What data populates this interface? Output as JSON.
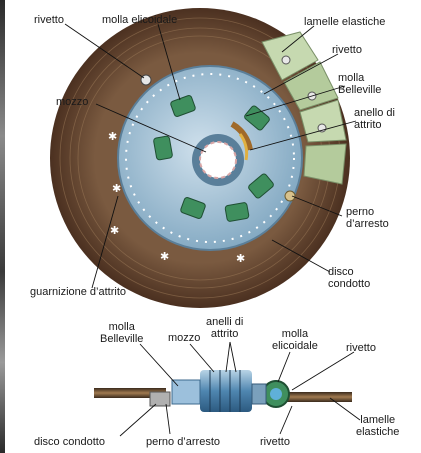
{
  "labels": {
    "top_rivetto": "rivetto",
    "top_molla_elicoidale": "molla elicoidale",
    "top_lamelle_elastiche": "lamelle elastiche",
    "top_rivetto_right": "rivetto",
    "top_molla_belleville": "molla\nBelleville",
    "top_anello_attrito": "anello di\nattrito",
    "top_mozzo": "mozzo",
    "top_perno_arresto": "perno\nd’arresto",
    "top_disco_condotto": "disco\ncondotto",
    "mid_guarnizione": "guarnizione d’attrito",
    "bot_molla_belleville": "molla\nBelleville",
    "bot_mozzo": "mozzo",
    "bot_anelli_attrito": "anelli di\nattrito",
    "bot_molla_elicoidale": "molla\nelicoidale",
    "bot_rivetto_right": "rivetto",
    "bot_lamelle_elastiche": "lamelle\nelastiche",
    "bot_disco_condotto": "disco condotto",
    "bot_perno_arresto": "perno d’arresto",
    "bot_rivetto": "rivetto"
  },
  "colors": {
    "lining": "#6b4a34",
    "hub_blue": "#8fb4cc",
    "spring_green": "#3f8f5e",
    "leaf_green": "#b9cfa3",
    "leader": "#111111"
  }
}
